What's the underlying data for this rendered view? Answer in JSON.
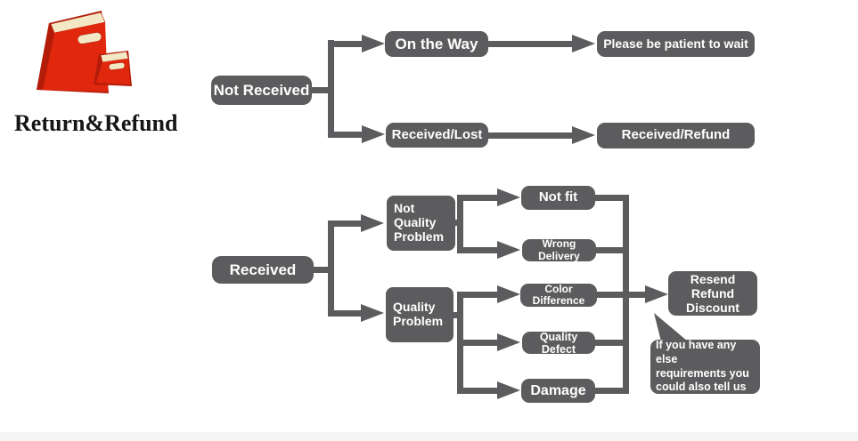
{
  "logo": {
    "title": "Return&Refund",
    "icon": "shopping-bags-icon"
  },
  "colors": {
    "node_gray": "#5c5c5e",
    "label_white": "#ffffff",
    "band_gray": "#f5f5f6",
    "bag_red": "#e1270e",
    "bag_red_dark": "#b21c09",
    "bag_cream": "#f3e8c5"
  },
  "nodes": {
    "not_received": "Not Received",
    "on_the_way": "On the Way",
    "please_wait": "Please be patient to wait",
    "received_lost": "Received/Lost",
    "received_refund": "Received/Refund",
    "received": "Received",
    "not_quality_problem": "Not\nQuality\nProblem",
    "quality_problem": "Quality\nProblem",
    "not_fit": "Not fit",
    "wrong_delivery": "Wrong Delivery",
    "color_difference": "Color Difference",
    "quality_defect": "Quality Defect",
    "damage": "Damage",
    "outcome": "Resend\nRefund\nDiscount",
    "note": "If you have any else\nrequirements you\ncould also tell us"
  }
}
